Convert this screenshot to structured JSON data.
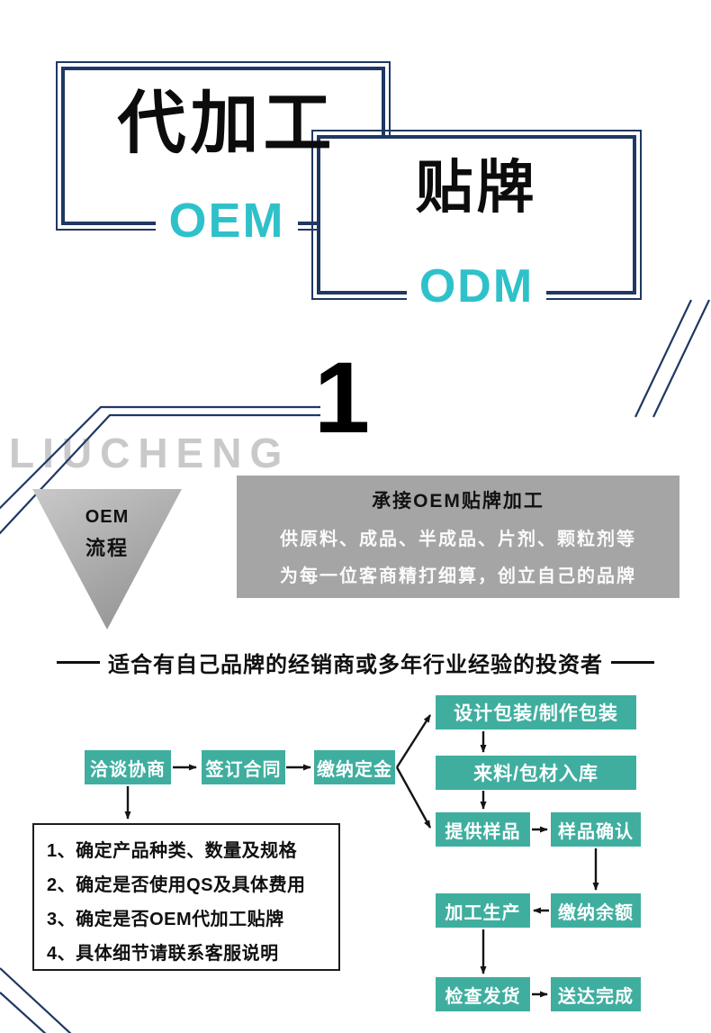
{
  "colors": {
    "navy": "#1f3864",
    "accent": "#2fc1c9",
    "node_teal": "#3fae9f",
    "gray_panel": "#a5a5a5",
    "watermark_gray": "#c9c9c9",
    "ink": "#141414"
  },
  "header": {
    "box1_title": "代加工",
    "box1_subtitle": "OEM",
    "box2_title": "贴牌",
    "box2_subtitle": "ODM"
  },
  "section_number": "1",
  "watermark": "LIUCHENG",
  "triangle": {
    "line1": "OEM",
    "line2": "流程"
  },
  "intro": {
    "line1": "承接OEM贴牌加工",
    "line2": "供原料、成品、半成品、片剂、颗粒剂等",
    "line3": "为每一位客商精打细算，创立自己的品牌"
  },
  "banner": "适合有自己品牌的经销商或多年行业经验的投资者",
  "flow": {
    "nodes": [
      "洽谈协商",
      "签订合同",
      "缴纳定金",
      "设计包装/制作包装",
      "来料/包材入库",
      "提供样品",
      "样品确认",
      "缴纳余额",
      "加工生产",
      "检查发货",
      "送达完成"
    ],
    "edges": [
      [
        "洽谈协商",
        "签订合同"
      ],
      [
        "签订合同",
        "缴纳定金"
      ],
      [
        "缴纳定金",
        "设计包装/制作包装"
      ],
      [
        "缴纳定金",
        "提供样品"
      ],
      [
        "设计包装/制作包装",
        "来料/包材入库"
      ],
      [
        "来料/包材入库",
        "提供样品"
      ],
      [
        "提供样品",
        "样品确认"
      ],
      [
        "样品确认",
        "缴纳余额"
      ],
      [
        "缴纳余额",
        "加工生产"
      ],
      [
        "加工生产",
        "检查发货"
      ],
      [
        "检查发货",
        "送达完成"
      ],
      [
        "洽谈协商",
        "说明列表"
      ]
    ]
  },
  "checklist": [
    "1、确定产品种类、数量及规格",
    "2、确定是否使用QS及具体费用",
    "3、确定是否OEM代加工贴牌",
    "4、具体细节请联系客服说明"
  ]
}
